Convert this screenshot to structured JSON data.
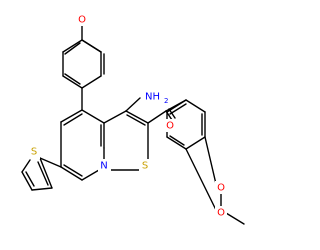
{
  "colors": {
    "background": "#ffffff",
    "bond": "#000000",
    "carbon": "#000000",
    "nitrogen": "#0000ff",
    "oxygen": "#ff0000",
    "sulfur": "#c8a000"
  },
  "atoms": [
    {
      "id": "o_top",
      "element": "oxygen",
      "label": "O"
    },
    {
      "id": "n_h2",
      "element": "nitrogen",
      "label": "NH"
    },
    {
      "id": "n_h2_sub",
      "element": "nitrogen",
      "label": "2"
    },
    {
      "id": "o_carbonyl",
      "element": "oxygen",
      "label": "O"
    },
    {
      "id": "s_thiophene_side",
      "element": "sulfur",
      "label": "S"
    },
    {
      "id": "n_pyridine",
      "element": "nitrogen",
      "label": "N"
    },
    {
      "id": "s_thieno",
      "element": "sulfur",
      "label": "S"
    },
    {
      "id": "o_meo_3",
      "element": "oxygen",
      "label": "O"
    },
    {
      "id": "o_meo_4",
      "element": "oxygen",
      "label": "O"
    }
  ]
}
